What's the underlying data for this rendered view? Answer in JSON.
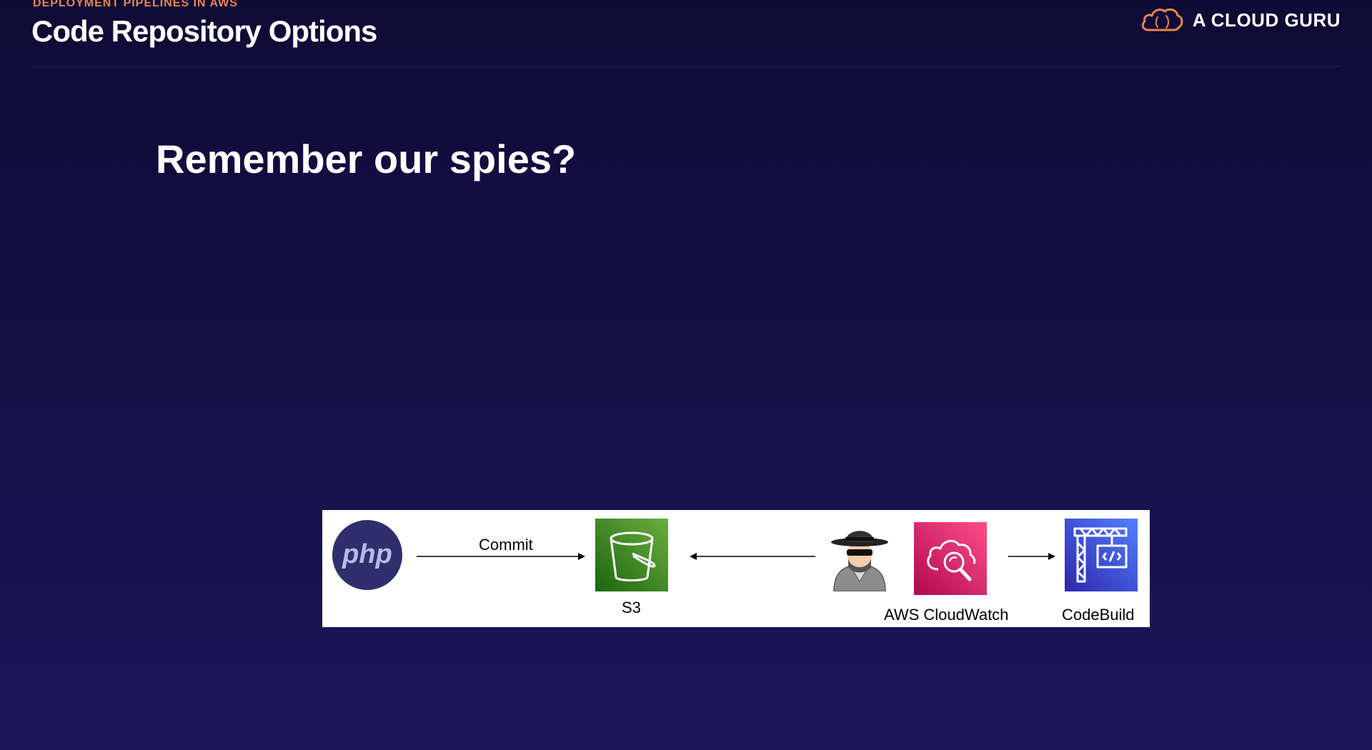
{
  "header": {
    "eyebrow": "DEPLOYMENT PIPELINES IN AWS",
    "title": "Code Repository Options",
    "brand": "A CLOUD GURU",
    "brand_icon": "cloud-logo-icon"
  },
  "main": {
    "heading": "Remember our spies?"
  },
  "diagram": {
    "php_text": "php",
    "commit_label": "Commit",
    "s3_label": "S3",
    "cloudwatch_label": "AWS CloudWatch",
    "codebuild_label": "CodeBuild",
    "icons": [
      "php-logo-icon",
      "s3-bucket-icon",
      "spy-icon",
      "cloudwatch-icon",
      "codebuild-icon"
    ]
  },
  "colors": {
    "accent": "#e9874a",
    "s3": "#3f8624",
    "cloudwatch": "#d6246e",
    "codebuild": "#4653d8",
    "php": "#2e2f6d"
  }
}
